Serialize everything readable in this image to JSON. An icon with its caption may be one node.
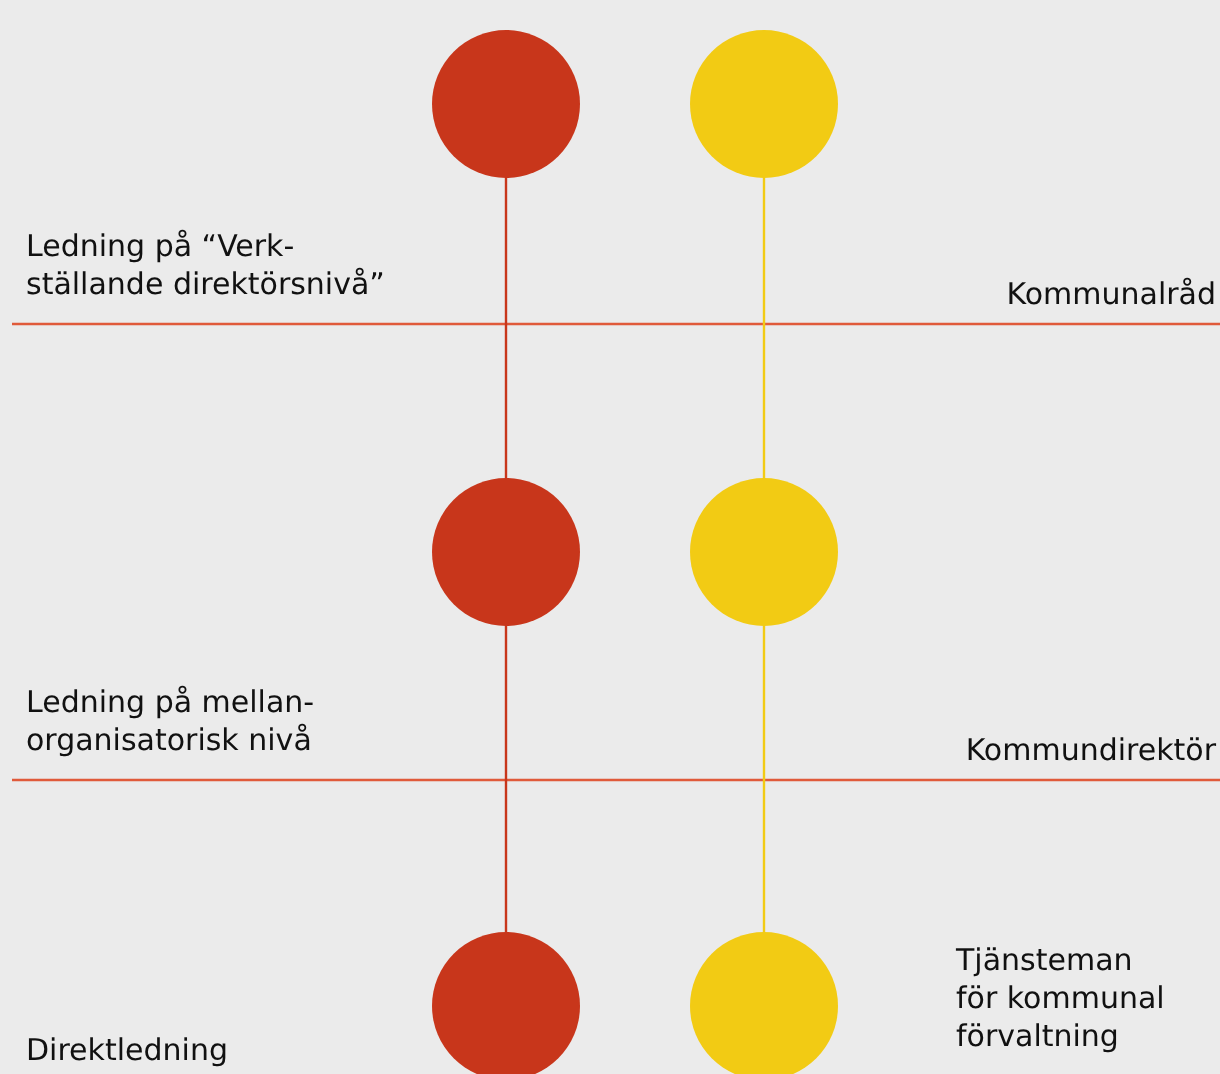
{
  "diagram": {
    "nodes": [
      {
        "text": [],
        "shape": "circle"
      },
      {
        "text": [],
        "shape": "circle"
      },
      {
        "text": [],
        "shape": "circle"
      },
      {
        "text": [],
        "shape": "circle"
      },
      {
        "text": [],
        "shape": "circle"
      },
      {
        "text": [],
        "shape": "circle"
      }
    ],
    "edges": [
      {
        "from": 0,
        "to": 2,
        "arrow": "none",
        "color": "#c8361b"
      },
      {
        "from": 2,
        "to": 4,
        "arrow": "none",
        "color": "#c8361b"
      },
      {
        "from": 1,
        "to": 3,
        "arrow": "none",
        "color": "#f2cb14"
      },
      {
        "from": 3,
        "to": 5,
        "arrow": "none",
        "color": "#f2cb14"
      }
    ],
    "labels": [
      "Ledning på “Verk- ställande direktörsnivå”",
      "Kommunalråd",
      "Ledning på mellan- organisatorisk nivå",
      "Kommundirektör",
      "Tjänsteman för kommunal förvaltning",
      "Direktledning"
    ]
  }
}
